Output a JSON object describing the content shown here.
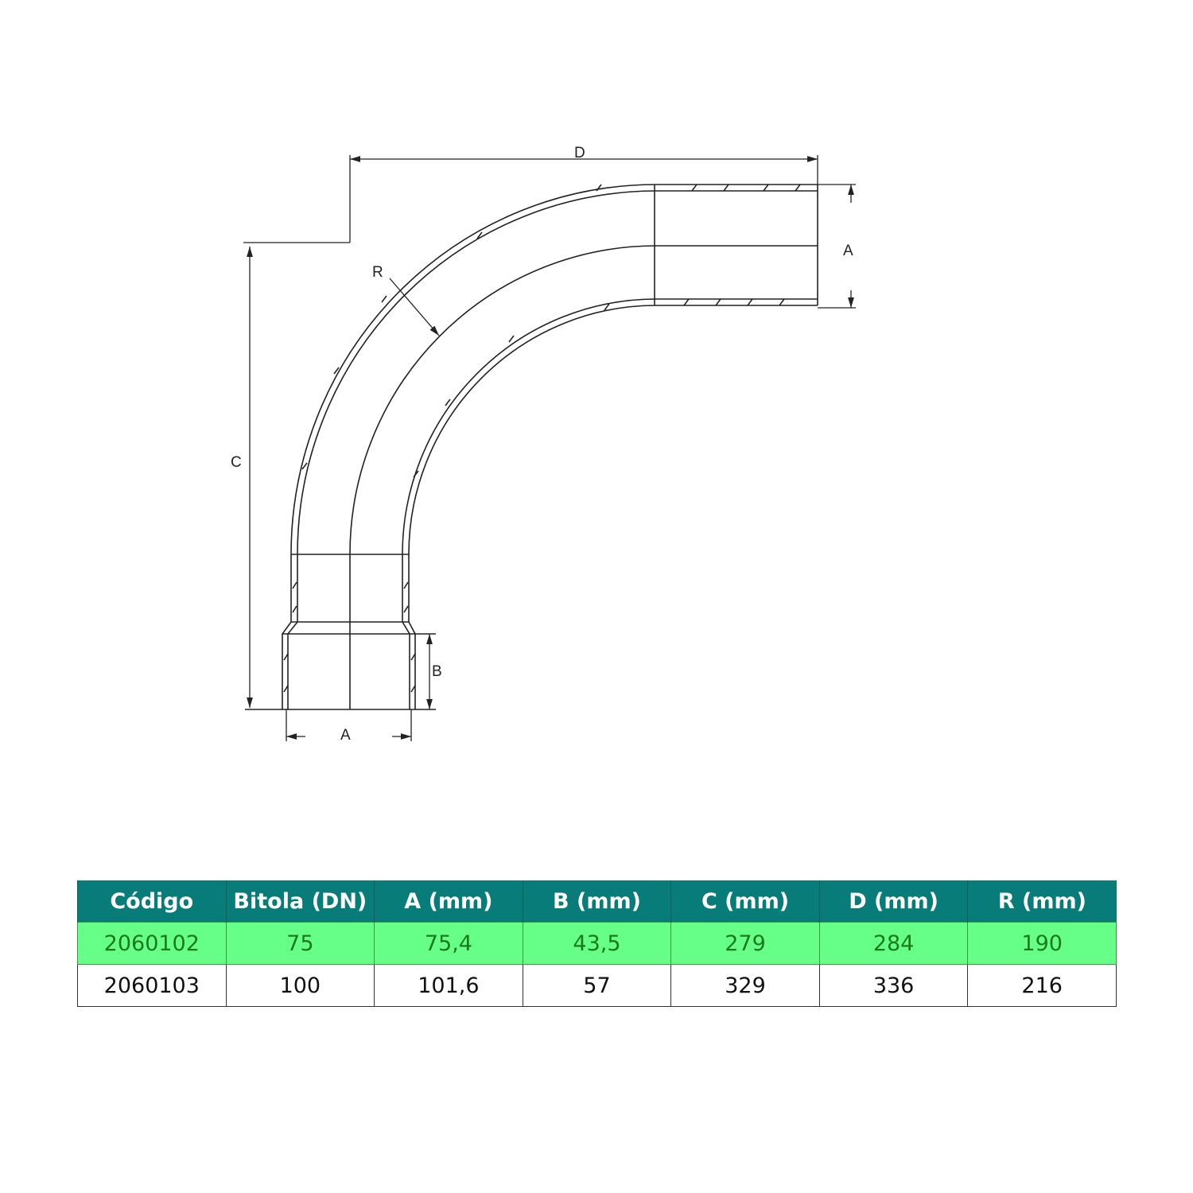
{
  "drawing": {
    "labels": {
      "D": "D",
      "A_right": "A",
      "R": "R",
      "C": "C",
      "B": "B",
      "A_bottom": "A"
    }
  },
  "table": {
    "headers": [
      "Código",
      "Bitola (DN)",
      "A (mm)",
      "B (mm)",
      "C (mm)",
      "D (mm)",
      "R (mm)"
    ],
    "rows": [
      [
        "2060102",
        "75",
        "75,4",
        "43,5",
        "279",
        "284",
        "190"
      ],
      [
        "2060103",
        "100",
        "101,6",
        "57",
        "329",
        "336",
        "216"
      ]
    ]
  },
  "colors": {
    "header": "#087c78",
    "highlight": "#66ff88",
    "highlight_text": "#1b7a1b"
  }
}
